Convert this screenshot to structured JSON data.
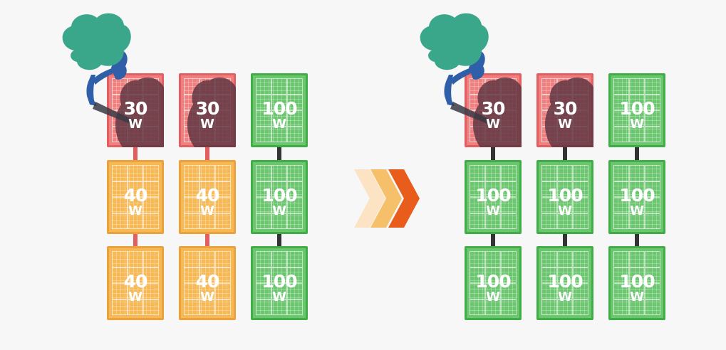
{
  "diagrams": [
    {
      "id": "before",
      "columns": [
        [
          {
            "watt": "30",
            "unit": "W",
            "color": "red",
            "shaded": true
          },
          {
            "watt": "40",
            "unit": "W",
            "color": "orange",
            "shaded": false
          },
          {
            "watt": "40",
            "unit": "W",
            "color": "orange",
            "shaded": false
          }
        ],
        [
          {
            "watt": "30",
            "unit": "W",
            "color": "red",
            "shaded": true
          },
          {
            "watt": "40",
            "unit": "W",
            "color": "orange",
            "shaded": false
          },
          {
            "watt": "40",
            "unit": "W",
            "color": "orange",
            "shaded": false
          }
        ],
        [
          {
            "watt": "100",
            "unit": "W",
            "color": "green",
            "shaded": false
          },
          {
            "watt": "100",
            "unit": "W",
            "color": "green",
            "shaded": false
          },
          {
            "watt": "100",
            "unit": "W",
            "color": "green",
            "shaded": false
          }
        ]
      ]
    },
    {
      "id": "after",
      "columns": [
        [
          {
            "watt": "30",
            "unit": "W",
            "color": "red",
            "shaded": true
          },
          {
            "watt": "100",
            "unit": "W",
            "color": "green",
            "shaded": false
          },
          {
            "watt": "100",
            "unit": "W",
            "color": "green",
            "shaded": false
          }
        ],
        [
          {
            "watt": "30",
            "unit": "W",
            "color": "red",
            "shaded": true
          },
          {
            "watt": "100",
            "unit": "W",
            "color": "green",
            "shaded": false
          },
          {
            "watt": "100",
            "unit": "W",
            "color": "green",
            "shaded": false
          }
        ],
        [
          {
            "watt": "100",
            "unit": "W",
            "color": "green",
            "shaded": false
          },
          {
            "watt": "100",
            "unit": "W",
            "color": "green",
            "shaded": false
          },
          {
            "watt": "100",
            "unit": "W",
            "color": "green",
            "shaded": false
          }
        ]
      ]
    }
  ],
  "connectors": {
    "before": [
      "red",
      "red",
      "dark"
    ],
    "after": [
      "dark",
      "dark",
      "dark"
    ]
  },
  "colors": {
    "red": "#f08080",
    "orange": "#f7b955",
    "green": "#6bc66f",
    "tree_foliage": "#3aa68a",
    "tree_trunk": "#2f5fa8",
    "shadow": "#5a3340",
    "arrow_light": "#fbe3c3",
    "arrow_mid": "#f6c06a",
    "arrow_dark": "#e85d1c"
  },
  "icons": [
    "tree-icon",
    "shadow-icon",
    "chevron-arrow-icon"
  ]
}
